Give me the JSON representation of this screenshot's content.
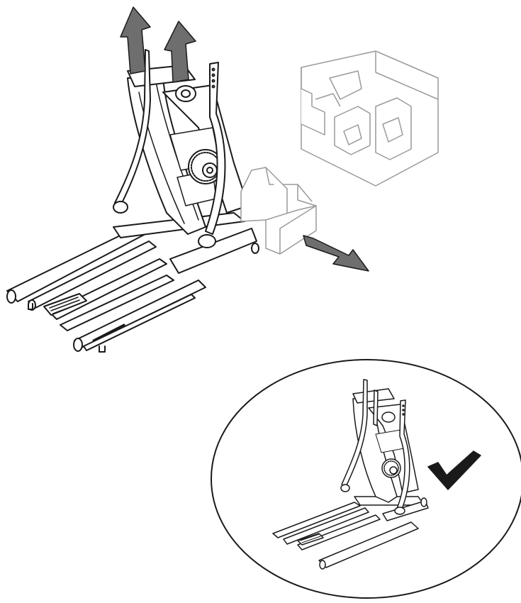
{
  "diagram": {
    "steps": [
      {
        "id": "remove-packaging",
        "arrows": [
          "lift-up",
          "lift-up",
          "slide-out"
        ]
      },
      {
        "id": "result-inset",
        "marker": "check-mark-icon"
      }
    ],
    "brand_text": "",
    "colors": {
      "line": "#1a1a1a",
      "arrow_fill": "#6e6e6e",
      "foam_line": "#9a9a9a",
      "background": "#ffffff"
    }
  }
}
